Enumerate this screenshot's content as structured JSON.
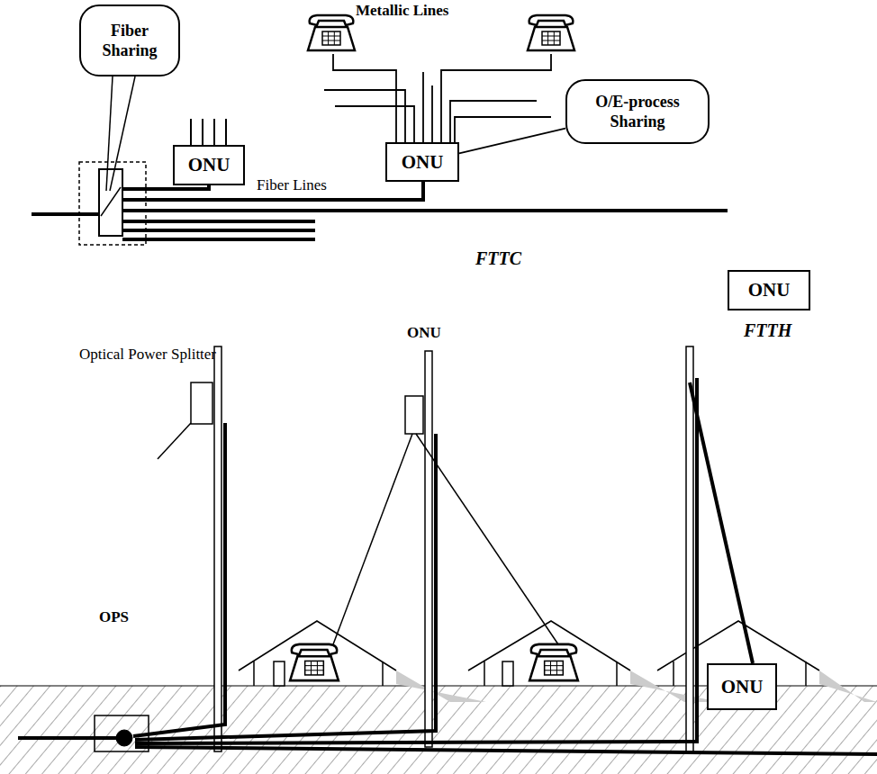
{
  "diagram": {
    "nodes": [
      {
        "text": [
          "Fiber Sharing"
        ]
      },
      {
        "text": [
          "ONU"
        ]
      },
      {
        "text": [
          "ONU"
        ]
      },
      {
        "text": [
          "O/E-process Sharing"
        ]
      },
      {
        "text": [
          "ONU"
        ]
      },
      {
        "text": [
          "ONU"
        ]
      }
    ],
    "edges": [
      {
        "from": 3,
        "to": 2,
        "arrow": "none"
      }
    ],
    "labels": [
      "Metallic Lines",
      "Fiber Lines",
      "FTTC",
      "FTTH",
      "Optical Power Splitter",
      "ONU",
      "OPS"
    ]
  }
}
